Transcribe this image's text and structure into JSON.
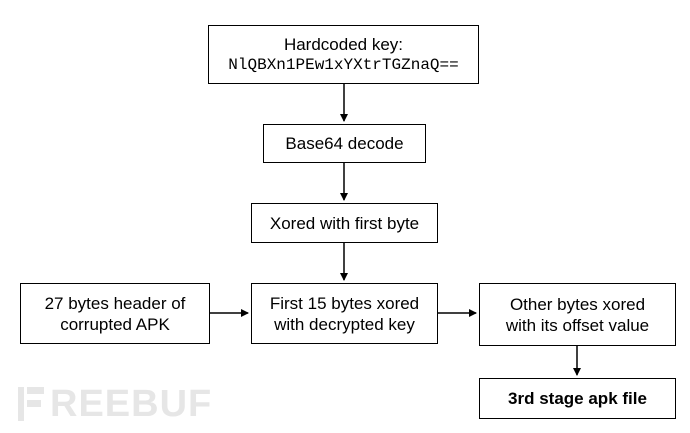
{
  "nodes": {
    "hardcoded_key": {
      "label": "Hardcoded key:",
      "value": "NlQBXn1PEw1xYXtrTGZnaQ=="
    },
    "base64_decode": {
      "label": "Base64 decode"
    },
    "xored_first_byte": {
      "label": "Xored with first byte"
    },
    "header": {
      "line1": "27 bytes header of",
      "line2": "corrupted APK"
    },
    "first15": {
      "line1": "First 15 bytes xored",
      "line2": "with decrypted key"
    },
    "other_bytes": {
      "line1": "Other bytes xored",
      "line2": "with its offset value"
    },
    "third_stage": {
      "label": "3rd stage apk file"
    }
  },
  "watermark": {
    "text": "REEBUF"
  }
}
